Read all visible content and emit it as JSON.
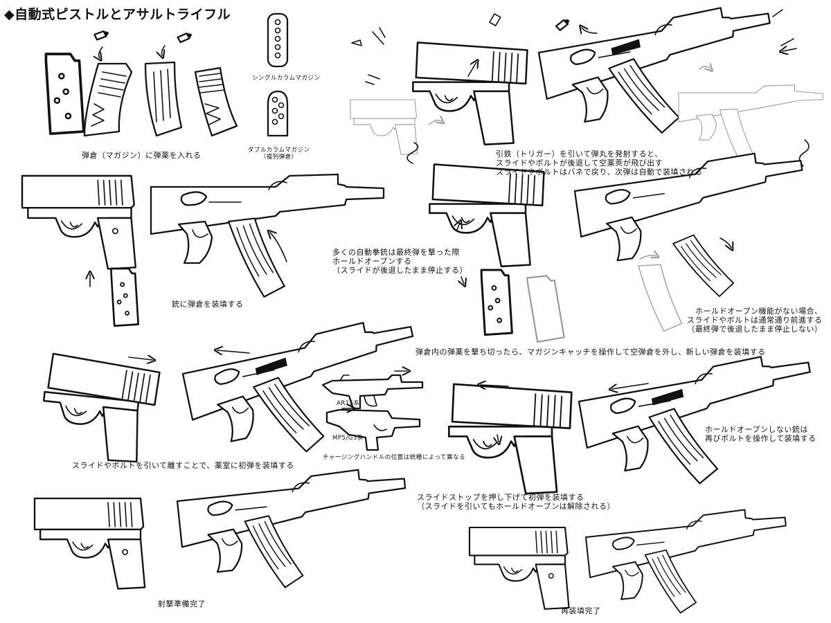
{
  "title": "◆自動式ピストルとアサルトライフル",
  "labels": {
    "load_magazine": "弾倉（マガジン）に弾薬を入れる",
    "single_column": "シングルカラムマガジン",
    "double_column": "ダブルカラムマガジン\n（複列弾倉）",
    "fire_cycle": "引鉄（トリガー）を引いて弾丸を発射すると、\nスライドやボルトが後退して空薬莢が飛び出す\nスライドやボルトはバネで戻り、次弾は自動で装填される",
    "insert_magazine": "銃に弾倉を装填する",
    "hold_open": "多くの自動拳銃は最終弾を撃った際\nホールドオープンする\n（スライドが後退したまま停止する）",
    "no_hold_open": "ホールドオープン機能がない場合、\nスライドやボルトは通常通り前進する\n（最終弾で後退したまま停止しない）",
    "reload": "弾倉内の弾薬を撃ち切ったら、マガジンキャッチを操作して空弾倉を外し、新しい弾倉を装填する",
    "ar15": "AR15系",
    "mp5": "MP5/G3系",
    "charging_handle": "チャージングハンドルの位置は銃種によって異なる",
    "chamber_first": "スライドやボルトを引いて離すことで、薬室に初弾を装填する",
    "slide_stop": "スライドストップを押し下げて初弾を装填する\n（スライドを引いてもホールドオープンは解除される）",
    "no_hold_bolt": "ホールドオープンしない銃は\n再びボルトを操作して装填する",
    "ready": "射撃準備完了",
    "reload_done": "再装填完了"
  }
}
